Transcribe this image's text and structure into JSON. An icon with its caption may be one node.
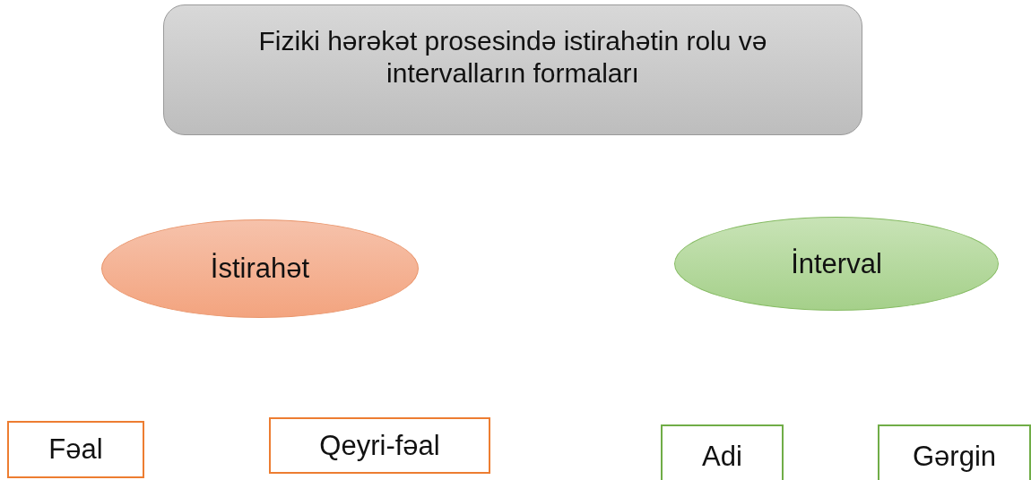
{
  "diagram": {
    "nodes": [
      {
        "text": [
          "Fiziki hərəkət prosesində istirahətin rolu və intervalların formaları"
        ]
      },
      {
        "text": [
          "İstirahət"
        ]
      },
      {
        "text": [
          "İnterval"
        ]
      },
      {
        "text": [
          "Fəal"
        ]
      },
      {
        "text": [
          "Qeyri-fəal"
        ]
      },
      {
        "text": [
          "Adi"
        ]
      },
      {
        "text": [
          "Gərgin"
        ]
      }
    ]
  }
}
